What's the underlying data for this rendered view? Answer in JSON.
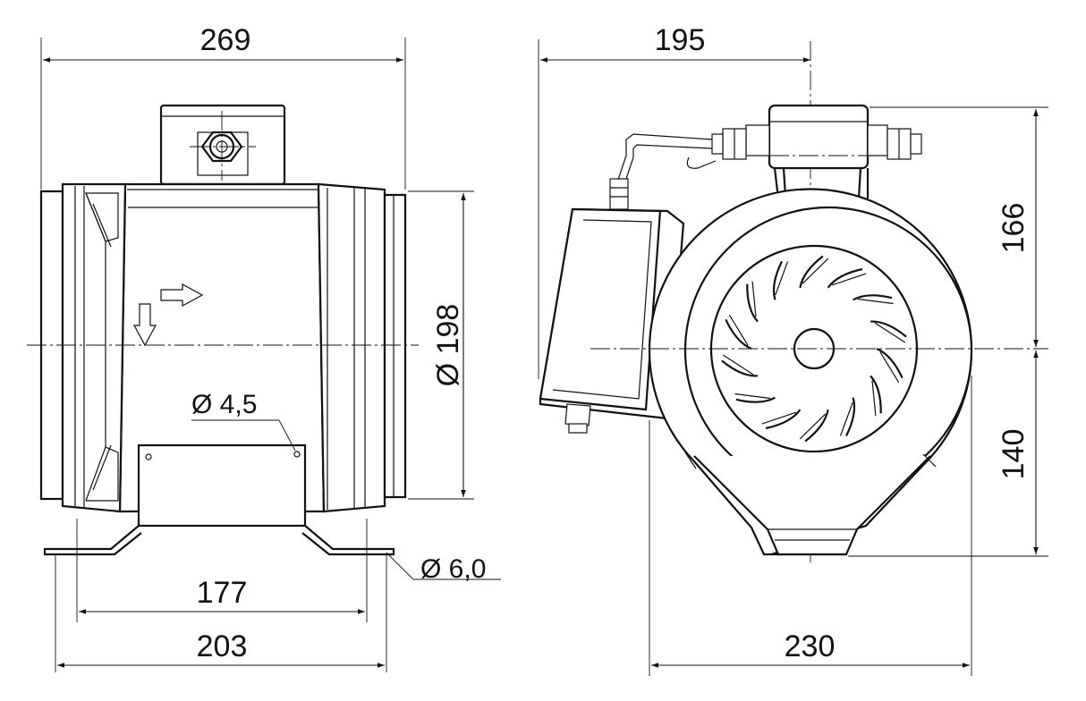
{
  "front_view": {
    "dim_overall_width": "269",
    "dim_diameter": "Ø 198",
    "dim_small_hole": "Ø 4,5",
    "dim_foot_hole": "Ø 6,0",
    "dim_foot_inner": "177",
    "dim_foot_outer": "203"
  },
  "side_view": {
    "dim_width": "195",
    "dim_height_upper": "166",
    "dim_height_lower": "140",
    "dim_base_width": "230"
  }
}
